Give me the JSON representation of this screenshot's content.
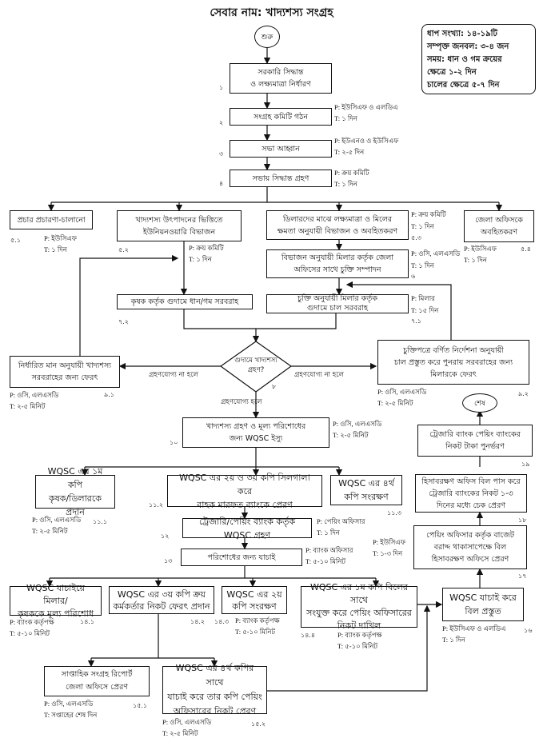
{
  "title": "সেবার নাম: খাদ্যশস্য সংগ্রহ",
  "info_box": {
    "steps": "ধাপ সংখ্যা: ১৪-১৯টি",
    "manpower": "সম্পৃক্ত জনবল: ৩-৪ জন",
    "time_line1": "সময়: ধান ও গম ক্রয়ের",
    "time_line2": "ক্ষেত্রে ১-২ দিন",
    "time_line3": "চালের ক্ষেত্রে ৫-৭ দিন"
  },
  "start": "শুরু",
  "end": "শেষ",
  "steps": {
    "s1": {
      "num": "১",
      "line1": "সরকারি সিদ্ধান্ত",
      "line2": "ও লক্ষ্যমাত্রা নির্ধারণ"
    },
    "s2": {
      "num": "২",
      "text": "সংগ্রহ কমিটি গঠন",
      "p": "P: ইউসিএফ ও এলডিএ",
      "t": "T: ১ দিন"
    },
    "s3": {
      "num": "৩",
      "text": "সভা আহ্বান",
      "p": "P: ইউএনও ও ইউসিএফ",
      "t": "T: ২-৫ দিন"
    },
    "s4": {
      "num": "৪",
      "text": "সভায় সিদ্ধান্ত গ্রহণ",
      "p": "P: ক্রয় কমিটি",
      "t": "T: ১ দিন"
    },
    "s5_1": {
      "num": "৫.১",
      "text": "প্রচার প্রচারণা-চালানো",
      "p": "P: ইউসিএফ",
      "t": "T: ১ দিন"
    },
    "s5_2": {
      "num": "৫.২",
      "line1": "খাদ্যশস্য উৎপাদনের ভিত্তিতে",
      "line2": "ইউনিয়নওয়ারি বিভাজন",
      "p": "P: ক্রয় কমিটি",
      "t": "T: ১ দিন"
    },
    "s5_3": {
      "num": "৫.৩",
      "line1": "ডিলারদের মাঝে লক্ষ্যমাত্রা ও মিলের",
      "line2": "ক্ষমতা অনুযায়ী বিভাজন ও অবহিতকরণ",
      "p": "P: ক্রয় কমিটি",
      "t": "T: ১ দিন"
    },
    "s5_4": {
      "num": "৫.৪",
      "line1": "জেলা অফিসকে",
      "line2": "অবহিতকরণ",
      "p": "P: ইউসিএফ",
      "t": "T: ১ দিন"
    },
    "s6": {
      "num": "৬",
      "line1": "বিভাজন অনুযায়ী মিলার কর্তৃক জেলা",
      "line2": "অফিসের সাথে চুক্তি সম্পাদন",
      "p": "P: ওসি, এলএসডি",
      "t": "T: ১ দিন"
    },
    "s7_1": {
      "num": "৭.১",
      "line1": "চুক্তি অনুযায়ী মিলার কর্তৃক",
      "line2": "গুদামে চাল সরবরাহ",
      "p": "P: মিলার",
      "t": "T: ১৫ দিন"
    },
    "s7_2": {
      "num": "৭.২",
      "text": "কৃষক কর্তৃক গুদামে ধান/গম সরবরাহ"
    },
    "s8": {
      "num": "৮",
      "line1": "গুদামে খাদ্যশস্য",
      "line2": "গ্রহণ?",
      "no_left": "গ্রহণযোগ্য না হলে",
      "no_right": "গ্রহণযোগ্য না হলে",
      "yes": "গ্রহণযোগ্য  হলে"
    },
    "s9_1": {
      "num": "৯.১",
      "line1": "নির্ধারিত মান অনুযায়ী খাদ্যশস্য",
      "line2": "সরবরাহের জন্য ফেরৎ",
      "p": "P: ওসি, এলএসডি",
      "t": "T: ২-৫ মিনিট"
    },
    "s9_2": {
      "num": "৯.২",
      "line1": "চুক্তিপত্রে বর্ণিত নির্দেশনা অনুযায়ী",
      "line2": "চাল প্রস্তুত করে পুনরায় সরবরাহের জন্য",
      "line3": "মিলারকে ফেরৎ",
      "p": "P: ওসি, এলএসডি",
      "t": "T: ২-৫ মিনিট"
    },
    "s10": {
      "num": "১০",
      "line1": "খাদ্যশস্য গ্রহণ ও মূল্য পরিশোধের",
      "line2": "জন্য WQSC ইস্যু",
      "p": "P: ওসি, এলএসডি",
      "t": "T: ২-৫ মিনিট"
    },
    "s11_1": {
      "num": "১১.১",
      "line1": "WQSC এর ১ম কপি",
      "line2": "কৃষক/ডিলারকে প্রদান",
      "p": "P: ওসি, এলএসডি",
      "t": "T: ২-৫ মিনিট"
    },
    "s11_2": {
      "num": "১১.২",
      "line1": "WQSC এর ২য় ও ৩য় কপি সিলগালা করে",
      "line2": "বাহক মারফত ব্যাংকে প্রেরণ"
    },
    "s11_3": {
      "num": "১১.৩",
      "line1": "WQSC এর ৪র্থ",
      "line2": "কপি সংরক্ষণ"
    },
    "s12": {
      "num": "১২",
      "text": "ট্রেজারি/পেয়িং ব্যাংক কর্তৃক WQSC গ্রহণ",
      "p": "P: পেয়িং অফিসার",
      "t": "T: ১ দিন"
    },
    "s13": {
      "num": "১৩",
      "text": "পরিশোধের জন্য যাচাই",
      "p": "P: ব্যাংক অফিসার",
      "t": "T: ৫-১০ মিনিট"
    },
    "s14_1": {
      "num": "১৪.১",
      "line1": "WQSC যাচাইয়ে মিলার/",
      "line2": "কৃষককে মূল্য পরিশোধ",
      "p": "P: ব্যাংক কর্তৃপক্ষ",
      "t": "T: ৫-১০ মিনিট"
    },
    "s14_2": {
      "num": "১৪.২",
      "line1": "WQSC এর ৩য় কপি ক্রয়",
      "line2": "কর্মকর্তার নিকট ফেরৎ প্রদান"
    },
    "s14_3": {
      "num": "১৪.৩",
      "line1": "WQSC এর ২য়",
      "line2": "কপি সংরক্ষণ",
      "p": "P: ব্যাংক কর্তৃপক্ষ",
      "t": "T: ৫-১০ মিনিট"
    },
    "s14_4": {
      "num": "১৪.৪",
      "line1": "WQSC এর ১ম কপি বিলের সাথে",
      "line2": "সংযুক্ত করে পেয়িং অফিসারের",
      "line3": "নিকট দাখিল",
      "p": "P: ব্যাংক কর্তৃপক্ষ",
      "t": "T: ৫-১০ মিনিট"
    },
    "s15_1": {
      "num": "১৫.১",
      "line1": "সাপ্তাহিক সংগ্রহ রিপোর্ট",
      "line2": "জেলা অফিসে প্রেরণ",
      "p": "P: ওসি, এলএসডি",
      "t": "T: সপ্তাহের শেষ দিন"
    },
    "s15_2": {
      "num": "১৫.২",
      "line1": "WQSC এর ৪র্থ কপির সাথে",
      "line2": "যাচাই করে তার কপি পেয়িং",
      "line3": "অফিসারের নিকট প্রেরণ",
      "p": "P: ওসি, এলএসডি",
      "t": "T: ২-৫ মিনিট"
    },
    "s16": {
      "num": "১৬",
      "line1": "WQSC যাচাই করে",
      "line2": "বিল প্রস্তুত",
      "p": "P: ইউসিএফ ও এলডিএ",
      "t": "T: ১ দিন"
    },
    "s17": {
      "num": "১৭",
      "line1": "পেয়িং অফিসার কর্তৃক বাজেট",
      "line2": "বরাদ্দ থাকাসাপেক্ষে বিল",
      "line3": "হিসাবরক্ষণ অফিসে প্রেরণ",
      "p": "P: ইউসিএফ",
      "t": "T: ১-৩ দিন"
    },
    "s18": {
      "num": "১৮",
      "line1": "হিসাবরক্ষণ অফিস বিল পাস করে",
      "line2": "ট্রেজারি ব্যাংকের নিকট ১-৩",
      "line3": "দিনের মধ্যে চেক প্রেরণ"
    },
    "s19": {
      "num": "১৯",
      "line1": "ট্রেজারি ব্যাংক পেয়িং ব্যাংকের",
      "line2": "নিকট টাকা পুনর্ভরণ"
    }
  }
}
